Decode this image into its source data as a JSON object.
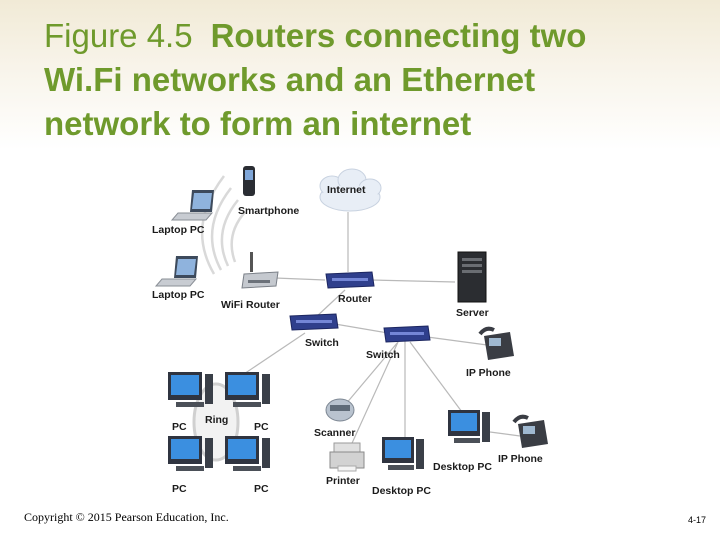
{
  "title": {
    "figure_label": "Figure 4.5",
    "line1_bold": "Routers connecting two",
    "line2": "Wi.Fi networks and an Ethernet",
    "line3": "network to form an internet"
  },
  "labels": {
    "internet": "Internet",
    "smartphone": "Smartphone",
    "laptop1": "Laptop PC",
    "laptop2": "Laptop PC",
    "wifi_router": "WiFi Router",
    "router": "Router",
    "server": "Server",
    "switch1": "Switch",
    "switch2": "Switch",
    "ip_phone1": "IP Phone",
    "ip_phone2": "IP Phone",
    "ring": "Ring",
    "pc_tl": "PC",
    "pc_tr": "PC",
    "pc_bl": "PC",
    "pc_br": "PC",
    "scanner": "Scanner",
    "printer": "Printer",
    "desktop1": "Desktop PC",
    "desktop2": "Desktop PC"
  },
  "footer": {
    "copyright": "Copyright © 2015 Pearson Education, Inc.",
    "page": "4-17"
  }
}
